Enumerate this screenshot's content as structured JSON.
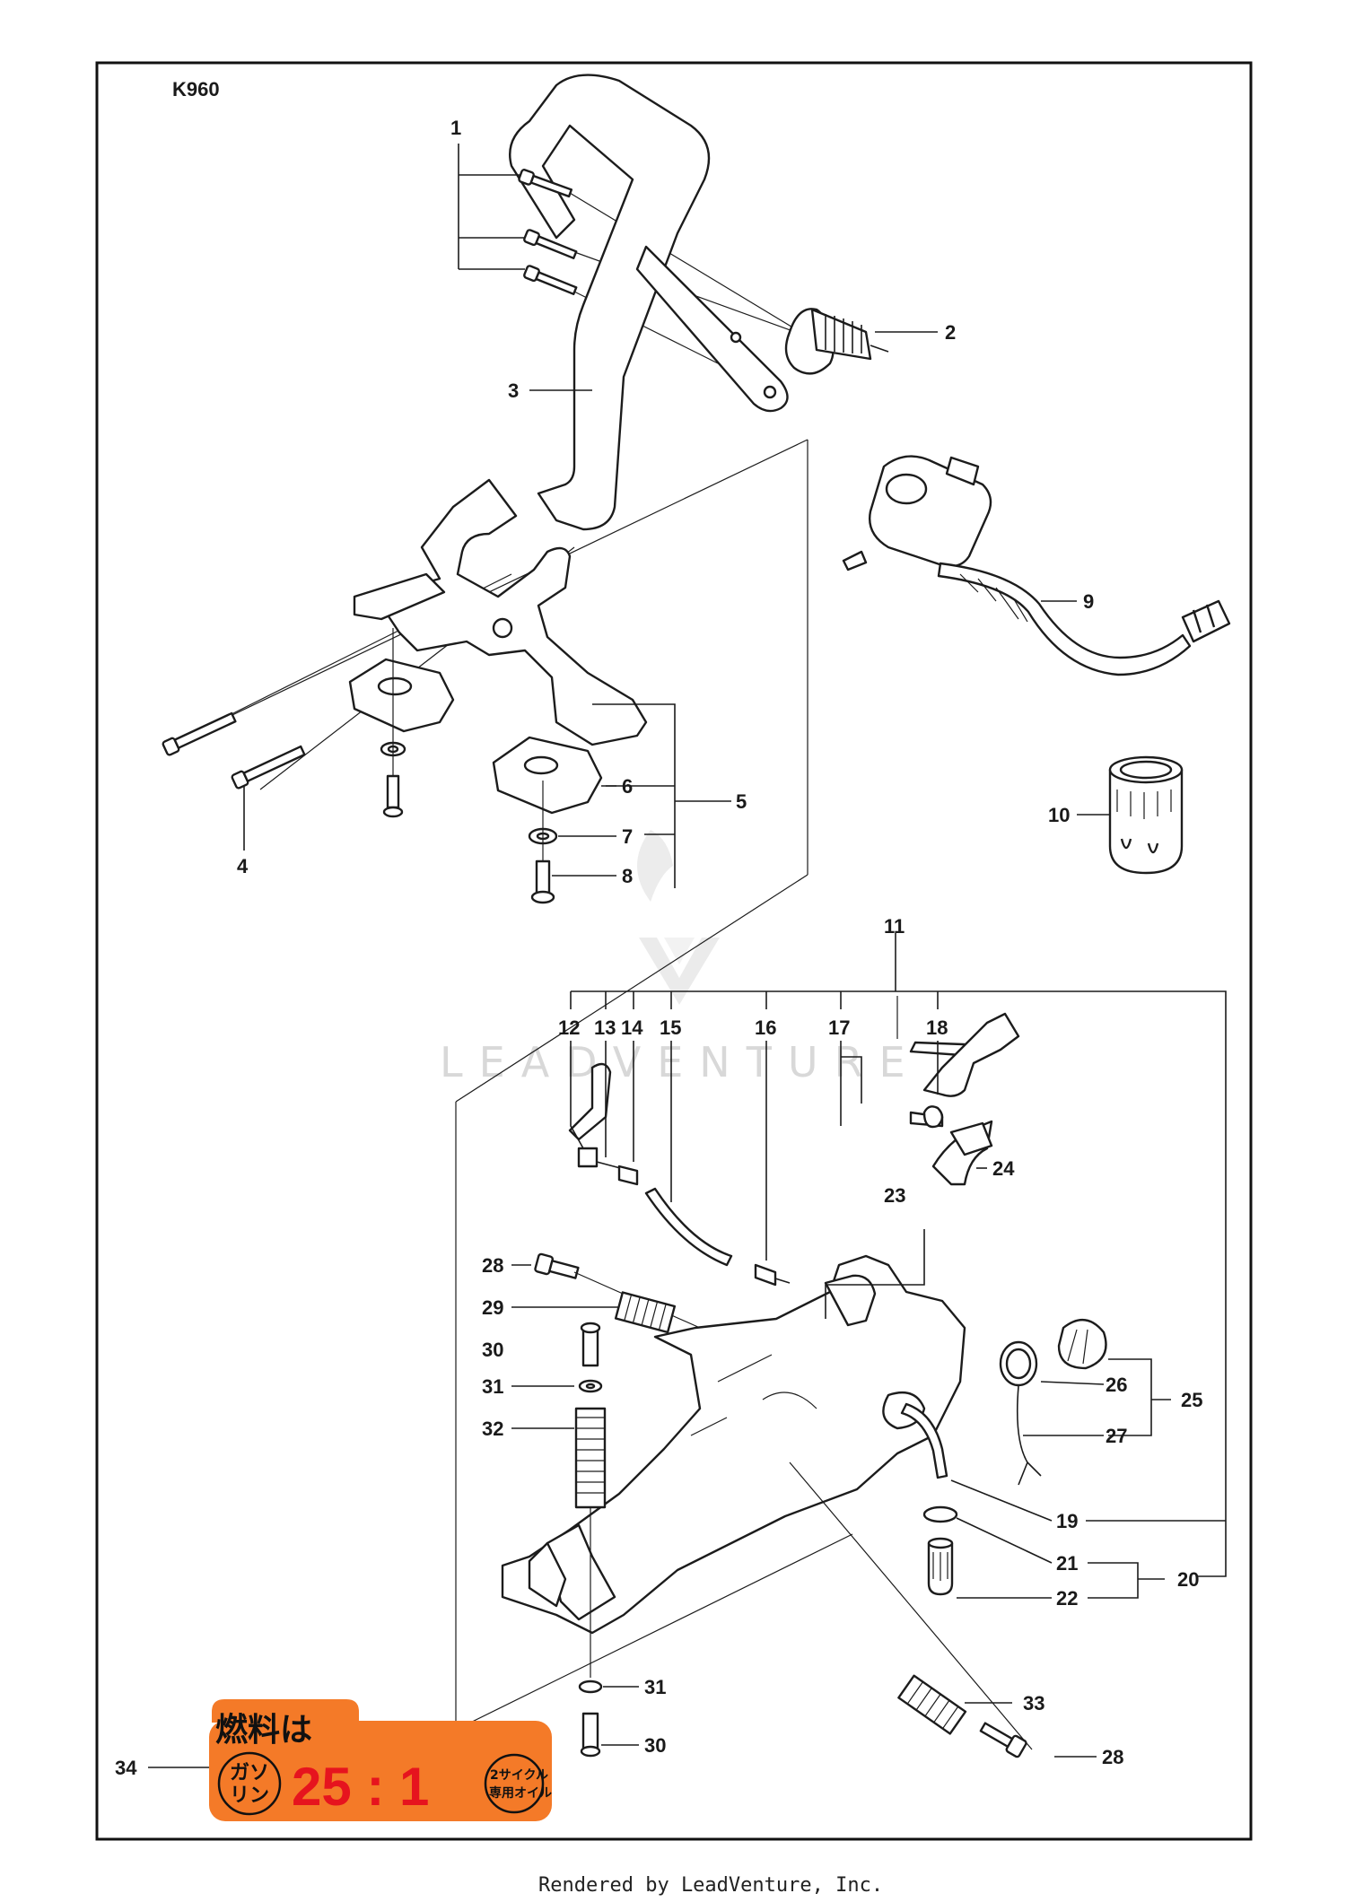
{
  "diagram": {
    "model": "K960",
    "footer": "Rendered by LeadVenture, Inc.",
    "watermark": "LEADVENTURE",
    "colors": {
      "line": "#1c1c1c",
      "decal_orange": "#f47a28",
      "decal_red": "#e6141e"
    },
    "callouts": {
      "c1": "1",
      "c2": "2",
      "c3": "3",
      "c4": "4",
      "c5": "5",
      "c6": "6",
      "c7": "7",
      "c8": "8",
      "c9": "9",
      "c10": "10",
      "c11": "11",
      "c12": "12",
      "c13": "13",
      "c14": "14",
      "c15": "15",
      "c16": "16",
      "c17": "17",
      "c18": "18",
      "c19": "19",
      "c20": "20",
      "c21": "21",
      "c22": "22",
      "c23": "23",
      "c24": "24",
      "c25": "25",
      "c26": "26",
      "c27": "27",
      "c28a": "28",
      "c28b": "28",
      "c29": "29",
      "c30a": "30",
      "c30b": "30",
      "c31a": "31",
      "c31b": "31",
      "c32": "32",
      "c33": "33",
      "c34": "34"
    },
    "decal": {
      "heading": "燃料は",
      "left_top": "ガソ",
      "left_bottom": "リン",
      "ratio": "25 : 1",
      "right_top": "2サイクル",
      "right_bottom": "専用オイル"
    }
  }
}
